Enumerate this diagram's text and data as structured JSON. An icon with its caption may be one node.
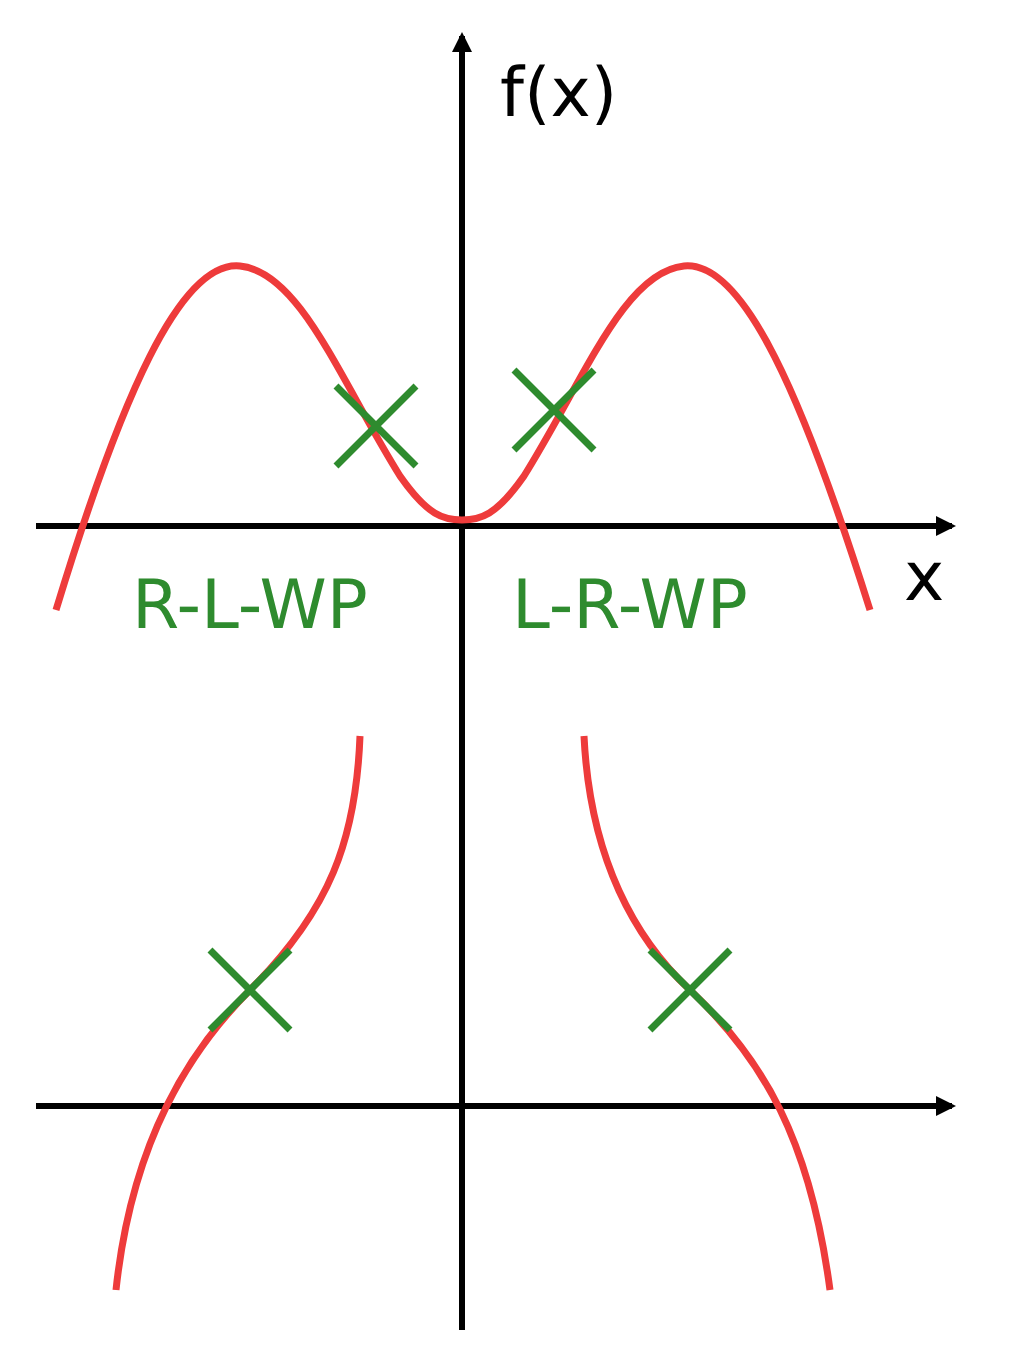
{
  "diagram": {
    "labels": [
      "f(x)",
      "x",
      "R-L-WP",
      "L-R-WP"
    ]
  }
}
